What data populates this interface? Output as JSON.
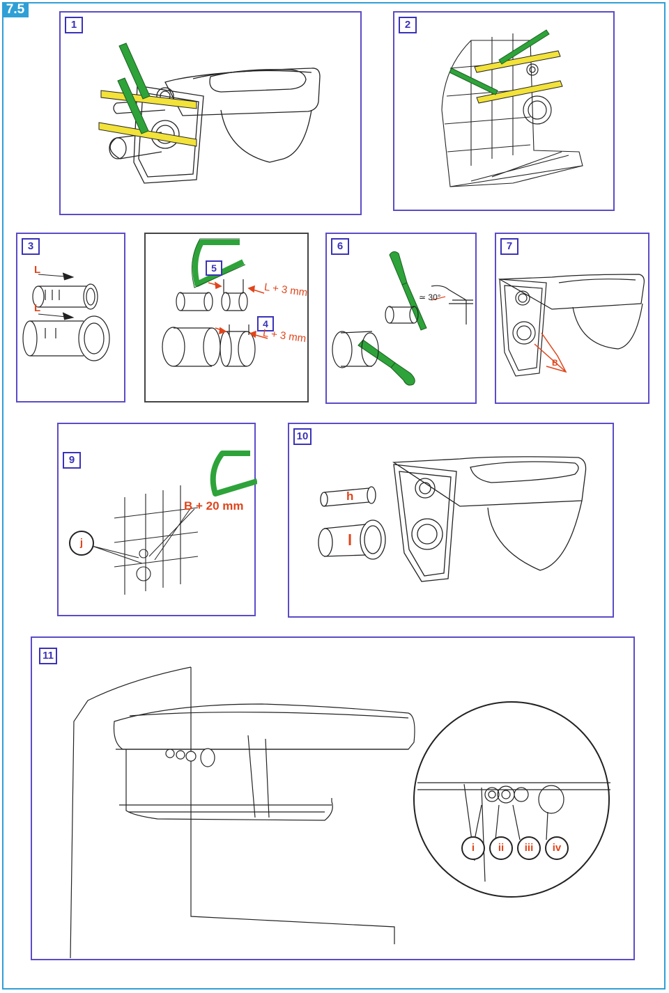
{
  "section_label": "7.5",
  "colors": {
    "frame": "#2f9fd6",
    "panel_border": "#5a4bc8",
    "accent_red": "#e0451b",
    "tool_green": "#2ea33a",
    "spacer_yellow": "#f2e23a"
  },
  "panels": {
    "p1": {
      "number": "1"
    },
    "p2": {
      "number": "2"
    },
    "p3": {
      "number": "3",
      "labels": [
        "L",
        "L"
      ]
    },
    "p4": {
      "number": "4",
      "measure": "L + 3 mm"
    },
    "p5": {
      "number": "5",
      "measure": "L + 3 mm"
    },
    "p6": {
      "number": "6",
      "angle": "≃ 30°"
    },
    "p7": {
      "number": "7",
      "label": "B"
    },
    "p9": {
      "number": "9",
      "measure": "B + 20 mm",
      "callout": "j"
    },
    "p10": {
      "number": "10",
      "labels": [
        "h",
        "l"
      ]
    },
    "p11": {
      "number": "11",
      "callouts": [
        "i",
        "ii",
        "iii",
        "iv"
      ]
    }
  }
}
